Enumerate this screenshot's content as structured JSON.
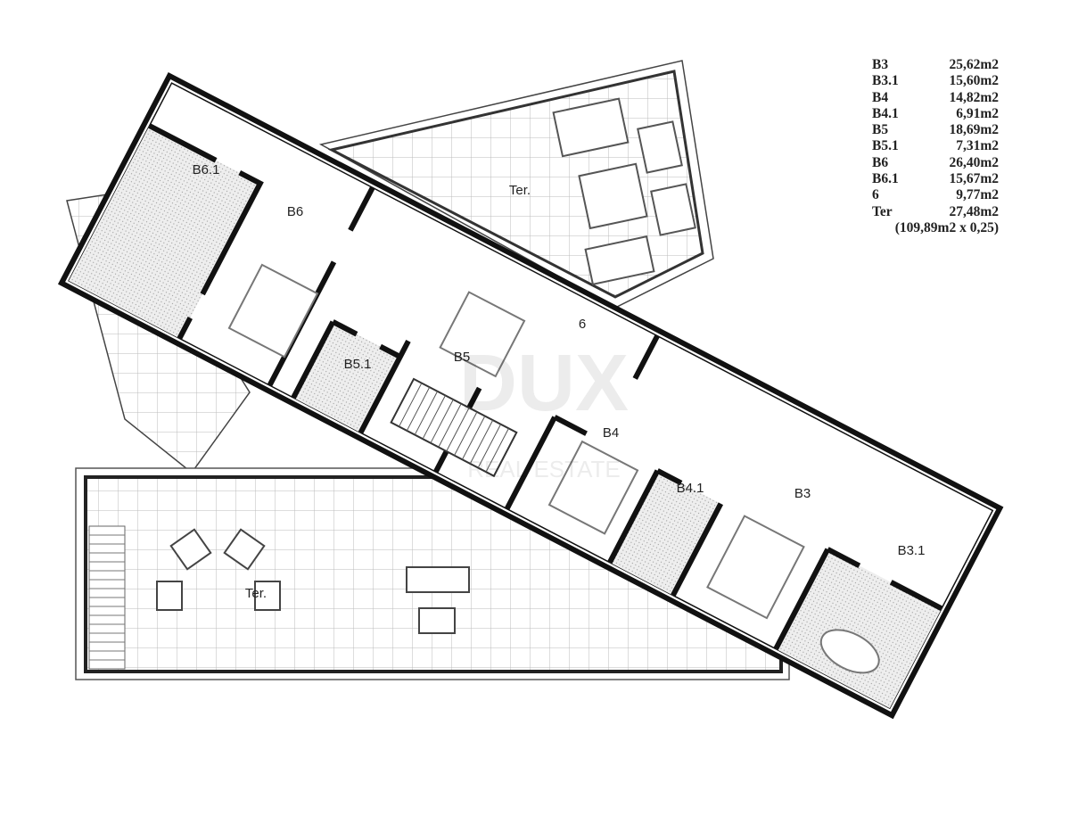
{
  "rooms": {
    "b6_1": "B6.1",
    "b6": "B6",
    "ter_top": "Ter.",
    "b5_1": "B5.1",
    "b5": "B5",
    "hall": "6",
    "b4": "B4",
    "b4_1": "B4.1",
    "b3": "B3",
    "b3_1": "B3.1",
    "ter_bottom": "Ter."
  },
  "legend": {
    "rows": [
      {
        "room": "B3",
        "area": "25,62m2"
      },
      {
        "room": "B3.1",
        "area": "15,60m2"
      },
      {
        "room": "B4",
        "area": "14,82m2"
      },
      {
        "room": "B4.1",
        "area": "6,91m2"
      },
      {
        "room": "B5",
        "area": "18,69m2"
      },
      {
        "room": "B5.1",
        "area": "7,31m2"
      },
      {
        "room": "B6",
        "area": "26,40m2"
      },
      {
        "room": "B6.1",
        "area": "15,67m2"
      },
      {
        "room": "6",
        "area": "9,77m2"
      },
      {
        "room": "Ter",
        "area": "27,48m2"
      }
    ],
    "note": "(109,89m2 x 0,25)"
  },
  "watermark": {
    "brand": "DUX",
    "sub": "REAL ESTATE"
  }
}
